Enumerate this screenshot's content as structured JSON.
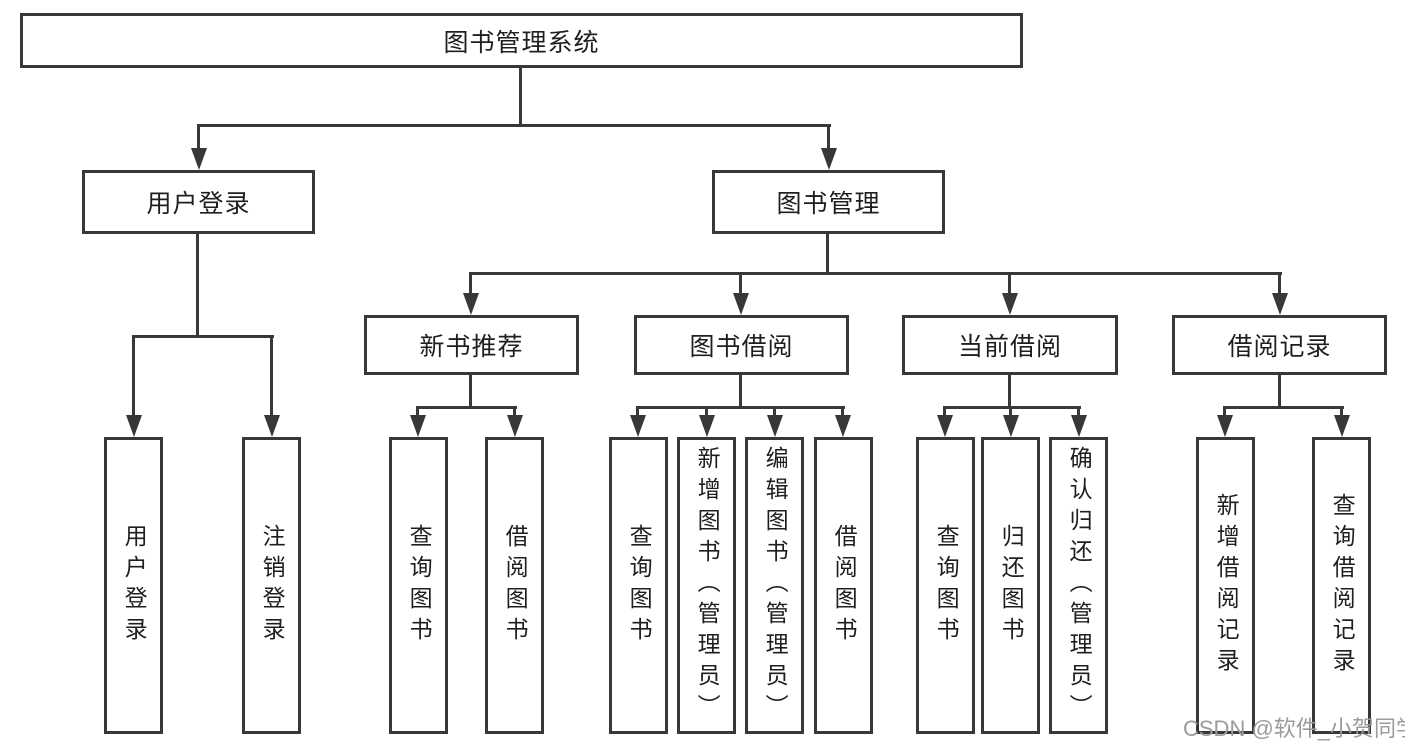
{
  "colors": {
    "line": "#383838",
    "text": "#1f1f1f",
    "watermark": "#9b9b9b",
    "background": "#ffffff"
  },
  "root": {
    "label": "图书管理系统"
  },
  "user_login": {
    "label": "用户登录",
    "children": [
      {
        "label": "用户登录"
      },
      {
        "label": "注销登录"
      }
    ]
  },
  "book_mgmt": {
    "label": "图书管理",
    "groups": [
      {
        "label": "新书推荐",
        "children": [
          {
            "label": "查询图书"
          },
          {
            "label": "借阅图书"
          }
        ]
      },
      {
        "label": "图书借阅",
        "children": [
          {
            "label": "查询图书"
          },
          {
            "label": "新增图书（管理员）"
          },
          {
            "label": "编辑图书（管理员）"
          },
          {
            "label": "借阅图书"
          }
        ]
      },
      {
        "label": "当前借阅",
        "children": [
          {
            "label": "查询图书"
          },
          {
            "label": "归还图书"
          },
          {
            "label": "确认归还（管理员）"
          }
        ]
      },
      {
        "label": "借阅记录",
        "children": [
          {
            "label": "新增借阅记录"
          },
          {
            "label": "查询借阅记录"
          }
        ]
      }
    ]
  },
  "watermark": {
    "text": "CSDN @软件_小贺同学"
  }
}
